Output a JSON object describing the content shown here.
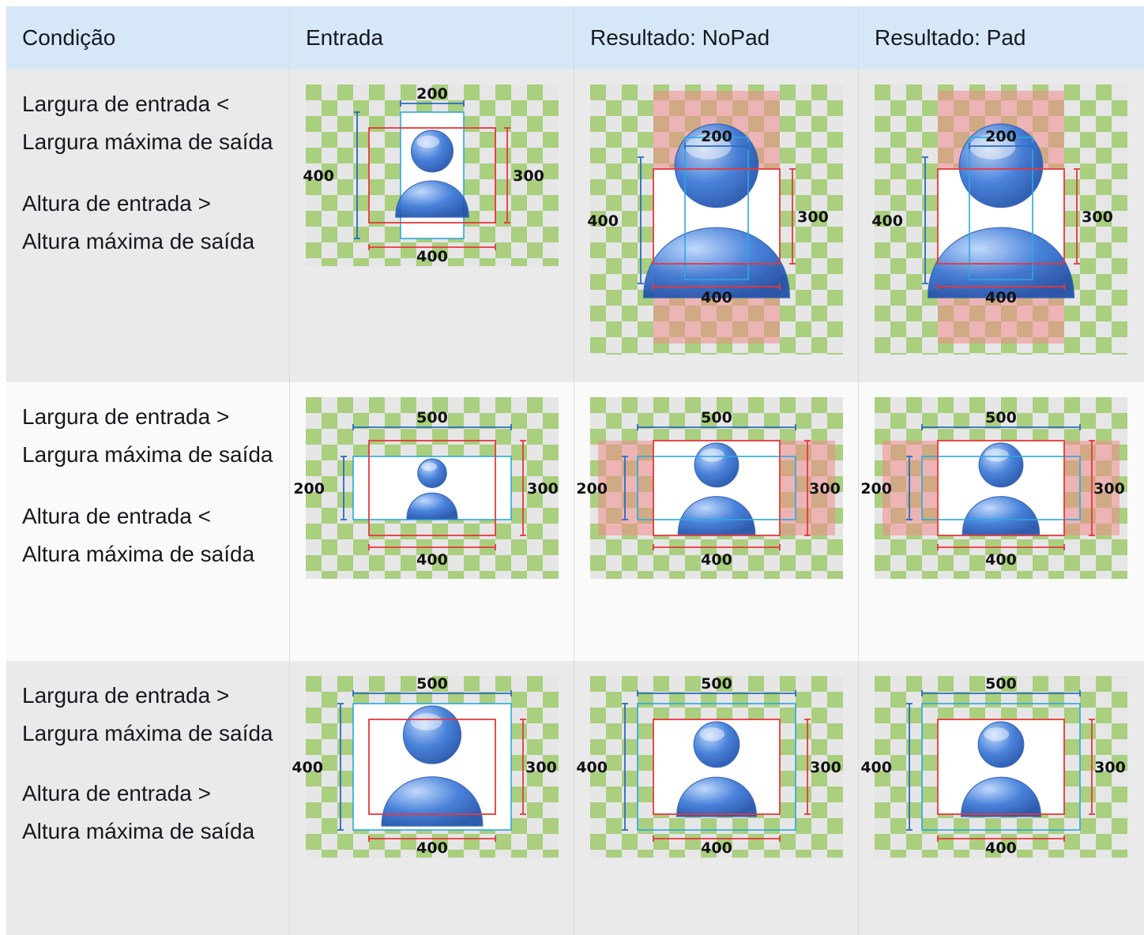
{
  "columns": [
    "Condição",
    "Entrada",
    "Resultado: NoPad",
    "Resultado: Pad"
  ],
  "rows": [
    {
      "conditions": [
        "Largura de entrada < Largura máxima de saída",
        "Altura de entrada > Altura máxima de saída"
      ],
      "input": {
        "w_label": "200",
        "h_label": "400",
        "max_w_label": "400",
        "max_h_label": "300"
      },
      "nopad": {
        "w_label": "200",
        "h_label": "400",
        "max_w_label": "400",
        "max_h_label": "300"
      },
      "pad": {
        "w_label": "200",
        "h_label": "400",
        "max_w_label": "400",
        "max_h_label": "300"
      }
    },
    {
      "conditions": [
        "Largura de entrada > Largura máxima de saída",
        "Altura de entrada < Altura máxima de saída"
      ],
      "input": {
        "w_label": "500",
        "h_label": "200",
        "max_w_label": "400",
        "max_h_label": "300"
      },
      "nopad": {
        "w_label": "500",
        "h_label": "200",
        "max_w_label": "400",
        "max_h_label": "300"
      },
      "pad": {
        "w_label": "500",
        "h_label": "200",
        "max_w_label": "400",
        "max_h_label": "300"
      }
    },
    {
      "conditions": [
        "Largura de entrada > Largura máxima de saída",
        "Altura de entrada > Altura máxima de saída"
      ],
      "input": {
        "w_label": "500",
        "h_label": "400",
        "max_w_label": "400",
        "max_h_label": "300"
      },
      "nopad": {
        "w_label": "500",
        "h_label": "400",
        "max_w_label": "400",
        "max_h_label": "300"
      },
      "pad": {
        "w_label": "500",
        "h_label": "400",
        "max_w_label": "400",
        "max_h_label": "300"
      }
    }
  ],
  "colors": {
    "header_bg": "#d6e7f7",
    "row_alt_bg": "#eaeaeb",
    "row_bg": "#fafafa",
    "checker_green": "#a9cf7f",
    "checker_light": "#e6e6e6",
    "input_box": "#2aa9e0",
    "max_box": "#e8373a",
    "pad_fill": "#f08a8a",
    "dimension_line": "#2a6cc0",
    "icon_blue": "#3a78d8"
  },
  "icon_names": [
    "user-icon"
  ]
}
